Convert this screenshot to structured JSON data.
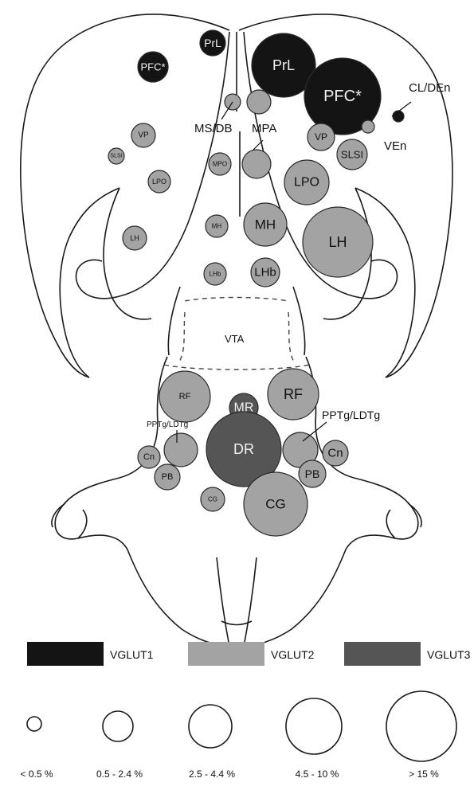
{
  "colors": {
    "vglut1": "#141414",
    "vglut2": "#a3a3a3",
    "vglut3": "#555555",
    "stroke": "#2a2a2a",
    "light_text": "#f2f2f2",
    "dark_text": "#111111"
  },
  "regions": [
    {
      "label": "PrL",
      "type": "vglut1"
    },
    {
      "label": "PFC*",
      "type": "vglut1"
    },
    {
      "label": "PrL",
      "type": "vglut1"
    },
    {
      "label": "PFC*",
      "type": "vglut1"
    },
    {
      "label": "",
      "type": "vglut1"
    },
    {
      "label": "",
      "type": "vglut2"
    },
    {
      "label": "",
      "type": "vglut2"
    },
    {
      "label": "SLSI",
      "type": "vglut2"
    },
    {
      "label": "VP",
      "type": "vglut2"
    },
    {
      "label": "MPO",
      "type": "vglut2"
    },
    {
      "label": "",
      "type": "vglut2"
    },
    {
      "label": "VP",
      "type": "vglut2"
    },
    {
      "label": "",
      "type": "vglut2"
    },
    {
      "label": "SLSI",
      "type": "vglut2"
    },
    {
      "label": "LPO",
      "type": "vglut2"
    },
    {
      "label": "LPO",
      "type": "vglut2"
    },
    {
      "label": "MH",
      "type": "vglut2"
    },
    {
      "label": "MH",
      "type": "vglut2"
    },
    {
      "label": "LH",
      "type": "vglut2"
    },
    {
      "label": "LH",
      "type": "vglut2"
    },
    {
      "label": "LHb",
      "type": "vglut2"
    },
    {
      "label": "LHb",
      "type": "vglut2"
    },
    {
      "label": "RF",
      "type": "vglut2"
    },
    {
      "label": "RF",
      "type": "vglut2"
    },
    {
      "label": "MR",
      "type": "vglut3"
    },
    {
      "label": "DR",
      "type": "vglut3"
    },
    {
      "label": "",
      "type": "vglut2"
    },
    {
      "label": "",
      "type": "vglut2"
    },
    {
      "label": "Cn",
      "type": "vglut2"
    },
    {
      "label": "Cn",
      "type": "vglut2"
    },
    {
      "label": "PB",
      "type": "vglut2"
    },
    {
      "label": "PB",
      "type": "vglut2"
    },
    {
      "label": "CG",
      "type": "vglut2"
    },
    {
      "label": "CG",
      "type": "vglut2"
    }
  ],
  "external_labels": {
    "cl_den": "CL/DEn",
    "ms_db": "MS/DB",
    "mpa": "MPA",
    "ven": "VEn",
    "vta": "VTA",
    "pptg_left": "PPTg/LDTg",
    "pptg_right": "PPTg/LDTg"
  },
  "legend": {
    "types": [
      {
        "key": "vglut1",
        "label": "VGLUT1"
      },
      {
        "key": "vglut2",
        "label": "VGLUT2"
      },
      {
        "key": "vglut3",
        "label": "VGLUT3"
      }
    ],
    "sizes": [
      "< 0.5 %",
      "0.5 - 2.4 %",
      "2.5 - 4.4 %",
      "4.5 - 10 %",
      "> 15 %"
    ]
  }
}
